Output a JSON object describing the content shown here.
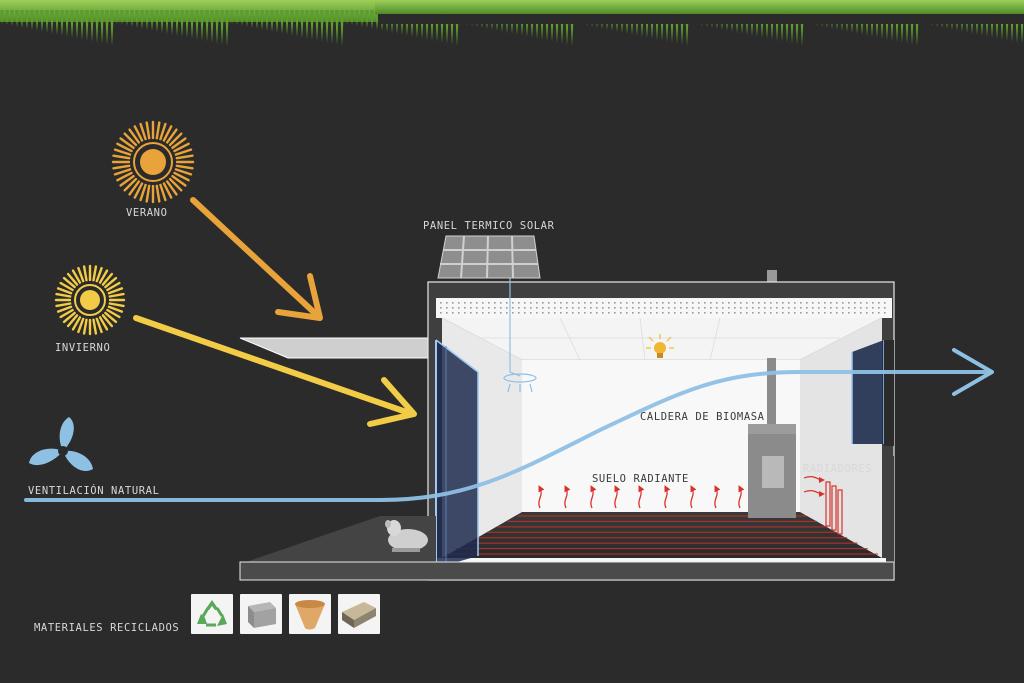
{
  "labels": {
    "summer_sun": "VERANO",
    "winter_sun": "INVIERNO",
    "solar_panel": "PANEL TERMICO SOLAR",
    "ventilation": "VENTILACIÓN NATURAL",
    "boiler": "CALDERA DE BIOMASA",
    "floor_heating": "SUELO RADIANTE",
    "radiators": "RADIADORES",
    "recycled_materials": "MATERIALES RECICLADOS"
  },
  "icons": {
    "materials": [
      "recycle-icon",
      "concrete-block-icon",
      "cork-roll-icon",
      "insulation-panel-icon"
    ],
    "summer_sun": "sun-icon",
    "winter_sun": "sun-icon",
    "ventilation": "fan-icon",
    "light": "light-bulb-icon"
  },
  "colors": {
    "background": "#2b2b2b",
    "grass": "#6fa53a",
    "summer_ray": "#e8a33a",
    "winter_ray": "#f2cc47",
    "air_flow": "#8ec0e4",
    "heating": "#d8322a"
  }
}
